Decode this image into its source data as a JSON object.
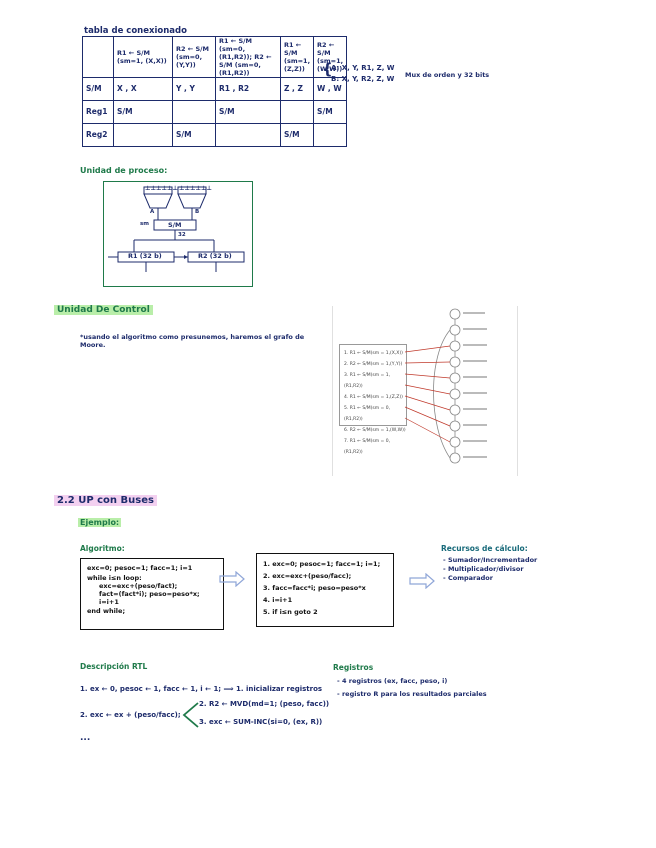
{
  "section1": {
    "title": "tabla de conexionado",
    "table": {
      "header": [
        "",
        "R1 ← S/M (sm=1, (X,X))",
        "R2 ← S/M (sm=0, (Y,Y))",
        "R1 ← S/M (sm=0, (R1,R2)); R2 ← S/M (sm=0, (R1,R2))",
        "R1 ← S/M (sm=1, (Z,Z))",
        "R2 ← S/M (sm=1, (W,W))"
      ],
      "rows": [
        [
          "S/M",
          "X , X",
          "Y , Y",
          "R1 , R2",
          "Z , Z",
          "W , W"
        ],
        [
          "Reg1",
          "S/M",
          "",
          "S/M",
          "",
          "S/M"
        ],
        [
          "Reg2",
          "",
          "S/M",
          "",
          "S/M",
          ""
        ]
      ]
    },
    "bus_a": "A: X, Y, R1, Z, W",
    "bus_b": "B: X, Y, R2, Z, W",
    "bus_note": "Mux de orden y 32 bits"
  },
  "section2": {
    "title": "Unidad de proceso:",
    "diagram": {
      "mux_left": "⊥⊥⊥⊥⊥⊥",
      "mux_right": "⊥⊥⊥⊥⊥⊥",
      "alu": "S/M",
      "reg1": "R1 (32 b)",
      "reg2": "R2 (32 b)",
      "sel_a": "A",
      "sel_b": "B",
      "sm": "sm",
      "bus": "32"
    }
  },
  "section3": {
    "title": "Unidad De Control",
    "note": "*usando el algoritmo como presunemos, haremos el grafo de Moore.",
    "states": [
      "1. R1 ← S/M(sm = 1,(X,X))",
      "2. R2 ← S/M(sm = 1,(Y,Y))",
      "3. R1 ← S/M(sm = 1,(R1,R2))",
      "4. R1 ← S/M(sm = 1,(Z,Z))",
      "5. R1 ← S/M(sm = 0,(R1,R2))",
      "6. R2 ← S/M(sm = 1,(W,W))",
      "7. R1 ← S/M(sm = 0,(R1,R2))"
    ]
  },
  "section4": {
    "title": "2.2 UP con Buses",
    "subtitle": "Ejemplo:",
    "algo_label": "Algoritmo:",
    "algo_lines": [
      "exc=0; pesoc=1; facc=1; i=1",
      "while i≤n loop:",
      "  exc=exc+(peso/fact);",
      "  fact=(fact*i); peso=peso*x;",
      "  i=i+1",
      "end while;"
    ],
    "steps": [
      "1. exc=0; pesoc=1; facc=1; i=1;",
      "2. exc=exc+(peso/facc);",
      "3. facc=facc*i; peso=peso*x",
      "4. i=i+1",
      "5. if i≤n goto 2"
    ],
    "resources_title": "Recursos de cálculo:",
    "resources": [
      "- Sumador/Incrementador",
      "- Multiplicador/divisor",
      "- Comparador"
    ]
  },
  "section5": {
    "title": "Descripción RTL",
    "line1": "1. ex ← 0, pesoc ← 1, facc ← 1, i ← 1; ⟹ 1. inicializar registros",
    "line2_left": "2. exc ← ex + (peso/facc);",
    "line2_a": "2. R2 ← MVD(md=1; (peso, facc))",
    "line2_b": "3. exc ← SUM-INC(si=0, (ex, R))",
    "ellipsis": "...",
    "registers_title": "Registros",
    "registers": [
      "- 4 registros (ex, facc, peso, i)",
      "- registro R para los resultados parciales"
    ]
  },
  "colors": {
    "navy": "#1d2b6b",
    "green": "#1f7a4a",
    "teal": "#186a7a",
    "highlight_green": "#b9eea9",
    "highlight_pink": "#f3d0f0",
    "arrow_red": "#c0392b"
  }
}
